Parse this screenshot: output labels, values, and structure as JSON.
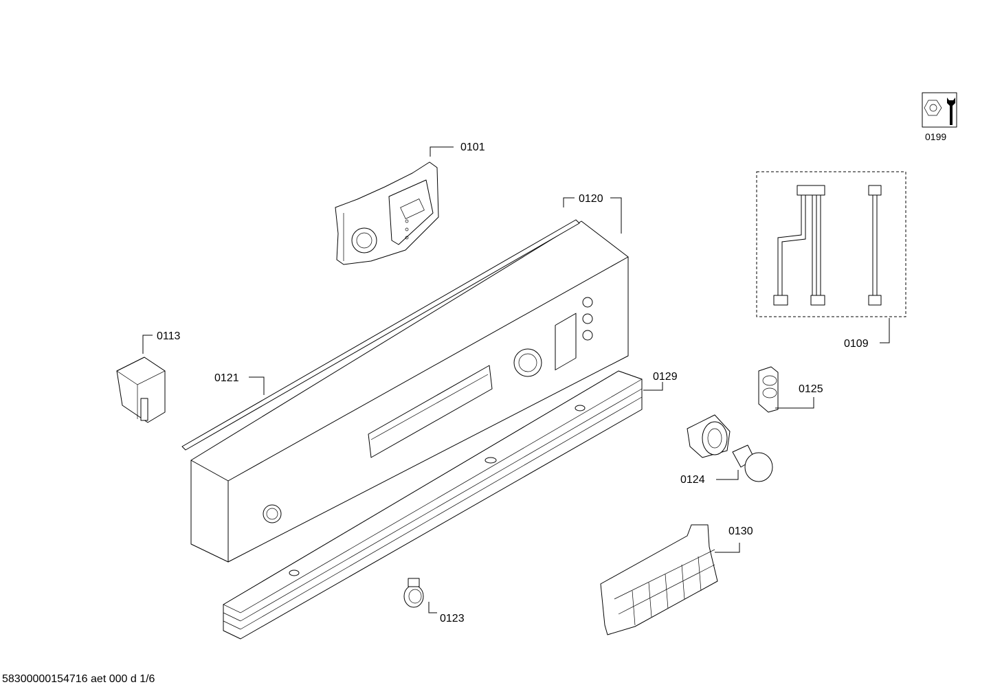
{
  "labels": {
    "p0101": "0101",
    "p0120": "0120",
    "p0109": "0109",
    "p0113": "0113",
    "p0121": "0121",
    "p0129": "0129",
    "p0125": "0125",
    "p0124": "0124",
    "p0130": "0130",
    "p0123": "0123",
    "p0199": "0199"
  },
  "footer": "58300000154716 aet 000 d 1/6",
  "icons": {
    "p0199": "nut-and-wrench-icon"
  }
}
